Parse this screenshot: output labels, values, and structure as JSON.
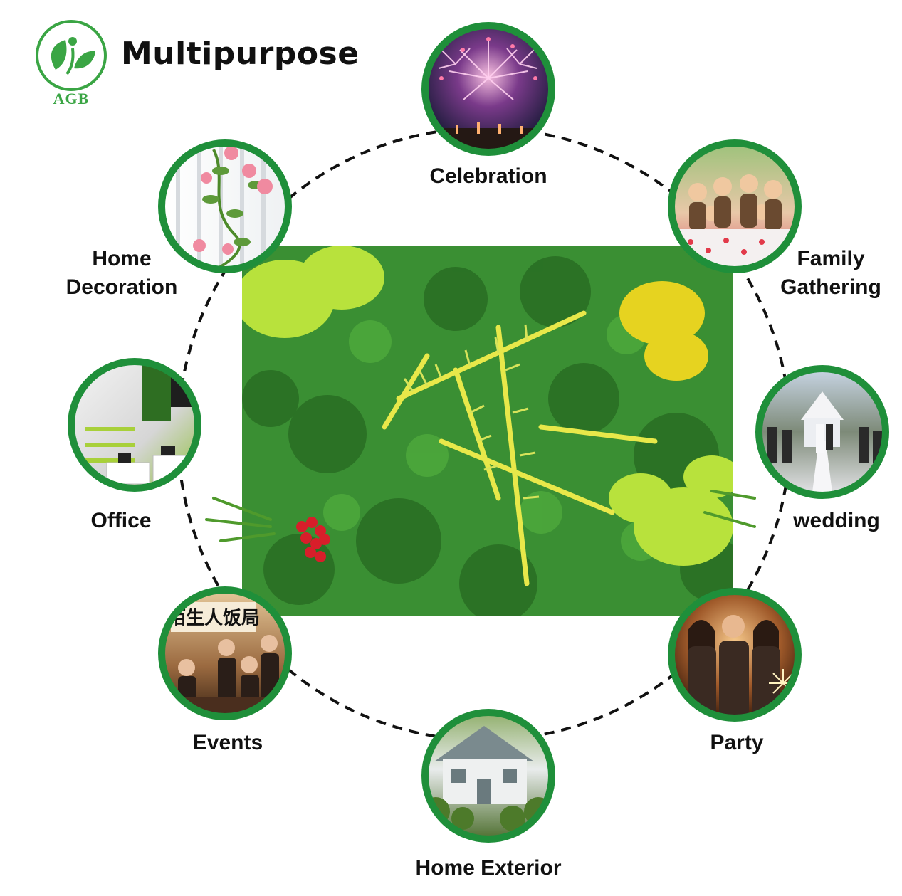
{
  "brand": {
    "name": "AGB",
    "color": "#3aa544"
  },
  "headline": "Multipurpose",
  "ring_color": "#1f8f3a",
  "uses": [
    {
      "key": "celebration",
      "label": "Celebration"
    },
    {
      "key": "family",
      "label": "Family\nGathering"
    },
    {
      "key": "wedding",
      "label": "wedding"
    },
    {
      "key": "party",
      "label": "Party"
    },
    {
      "key": "exterior",
      "label": "Home Exterior"
    },
    {
      "key": "events",
      "label": "Events"
    },
    {
      "key": "office",
      "label": "Office"
    },
    {
      "key": "decoration",
      "label": "Home\nDecoration"
    }
  ],
  "events_sign": "陌生人饭局"
}
